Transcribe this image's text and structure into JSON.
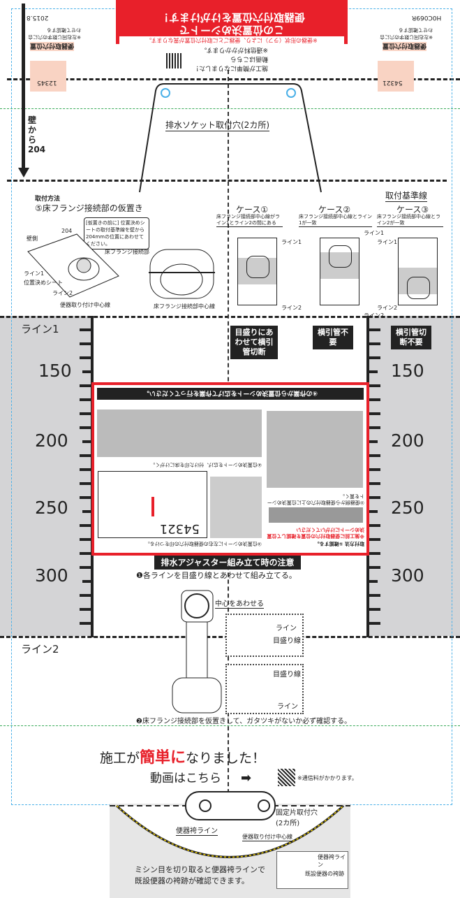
{
  "top_banner": {
    "line1": "この位置決めシートで",
    "line2": "便器取付穴位置をけがけます！",
    "note": "※便器の形状（ラフ）により、便器ごとに取付穴位置が異なります。"
  },
  "doc_code": "H0C069R",
  "date": "2015.8",
  "flush_holes": {
    "label": "便器取付穴位置",
    "note": "※左右同じ数字の穴に合わせて確認する",
    "left_scale": "12345",
    "right_scale": "54321"
  },
  "top_promo": {
    "text": "施工が簡単になりました！",
    "video": "動画はこちら",
    "fee": "※通信料がかかります。"
  },
  "socket_label": "排水ソケット取付穴(2カ所)",
  "wall_distance": "壁から204",
  "reference_line": "取付基準線",
  "method": {
    "heading": "取付方法",
    "step5": "⑤床フランジ接続部の仮置き",
    "note": "[仮置きの前に] 位置決めシートの取付基準線を壁から204mmの位置にあわせてください。",
    "wall_side": "壁側",
    "flange": "床フランジ接続部",
    "line1": "ライン1",
    "sheet": "位置決めシート",
    "line2": "ライン2",
    "center": "便器取り付け中心線",
    "flange_center": "床フランジ接続部中心線",
    "dim": "204"
  },
  "cases": [
    {
      "title": "ケース①",
      "desc": "床フランジ接続部中心線がライン1とライン2の間にある",
      "action": "目盛りにあわせて横引管切断"
    },
    {
      "title": "ケース②",
      "desc": "床フランジ接続部中心線とライン1が一致",
      "action": "横引管不要"
    },
    {
      "title": "ケース③",
      "desc": "床フランジ接続部中心線とライン2が一致",
      "action": "横引管切断不要"
    }
  ],
  "ruler": {
    "line1": "ライン1",
    "line2": "ライン2",
    "labels": [
      "150",
      "200",
      "250",
      "300"
    ]
  },
  "red_box": {
    "header": "④の作業から位置決めシートを広げて作業を行ってください。",
    "step1": "取付方法 ①確認する。",
    "warn": "※施工前に便器取付穴の位置を確認して位置決めシートにけがいてください",
    "step2": "②便器側から便器取付穴の上に位置決めシートを置く。",
    "step3": "③位置決めシートに左右の便器取付穴の印をつける。",
    "step4": "④位置決めシートを広げ、付けた印を床にけがく。",
    "scale": "54321"
  },
  "adjuster": {
    "title": "排水アジャスター組み立て時の注意",
    "step1": "❶各ラインを目盛り線とあわせて組み立てる。",
    "center": "中心をあわせる",
    "line": "ライン",
    "graduation": "目盛り線",
    "step2": "❷床フランジ接続部を仮置きして、ガタツキがないか必ず確認する。"
  },
  "promo": {
    "text_pre": "施工が",
    "text_em": "簡単に",
    "text_post": "なりました！",
    "video": "動画はこちら",
    "fee": "※通信料がかかります。"
  },
  "bottom": {
    "fix_hole": "固定片取付穴\n(2カ所)",
    "skirt": "便器袴ライン",
    "center": "便器取り付け中心線",
    "note1": "ミシン目を切り取ると便器袴ラインで",
    "note2": "既設便器の袴跡が確認できます。",
    "inset_skirt": "便器袴ライン",
    "inset_trace": "既設便器の袴跡"
  },
  "colors": {
    "red": "#e8202a",
    "gray": "#d4d4d6",
    "pink": "#f9d3c3"
  }
}
